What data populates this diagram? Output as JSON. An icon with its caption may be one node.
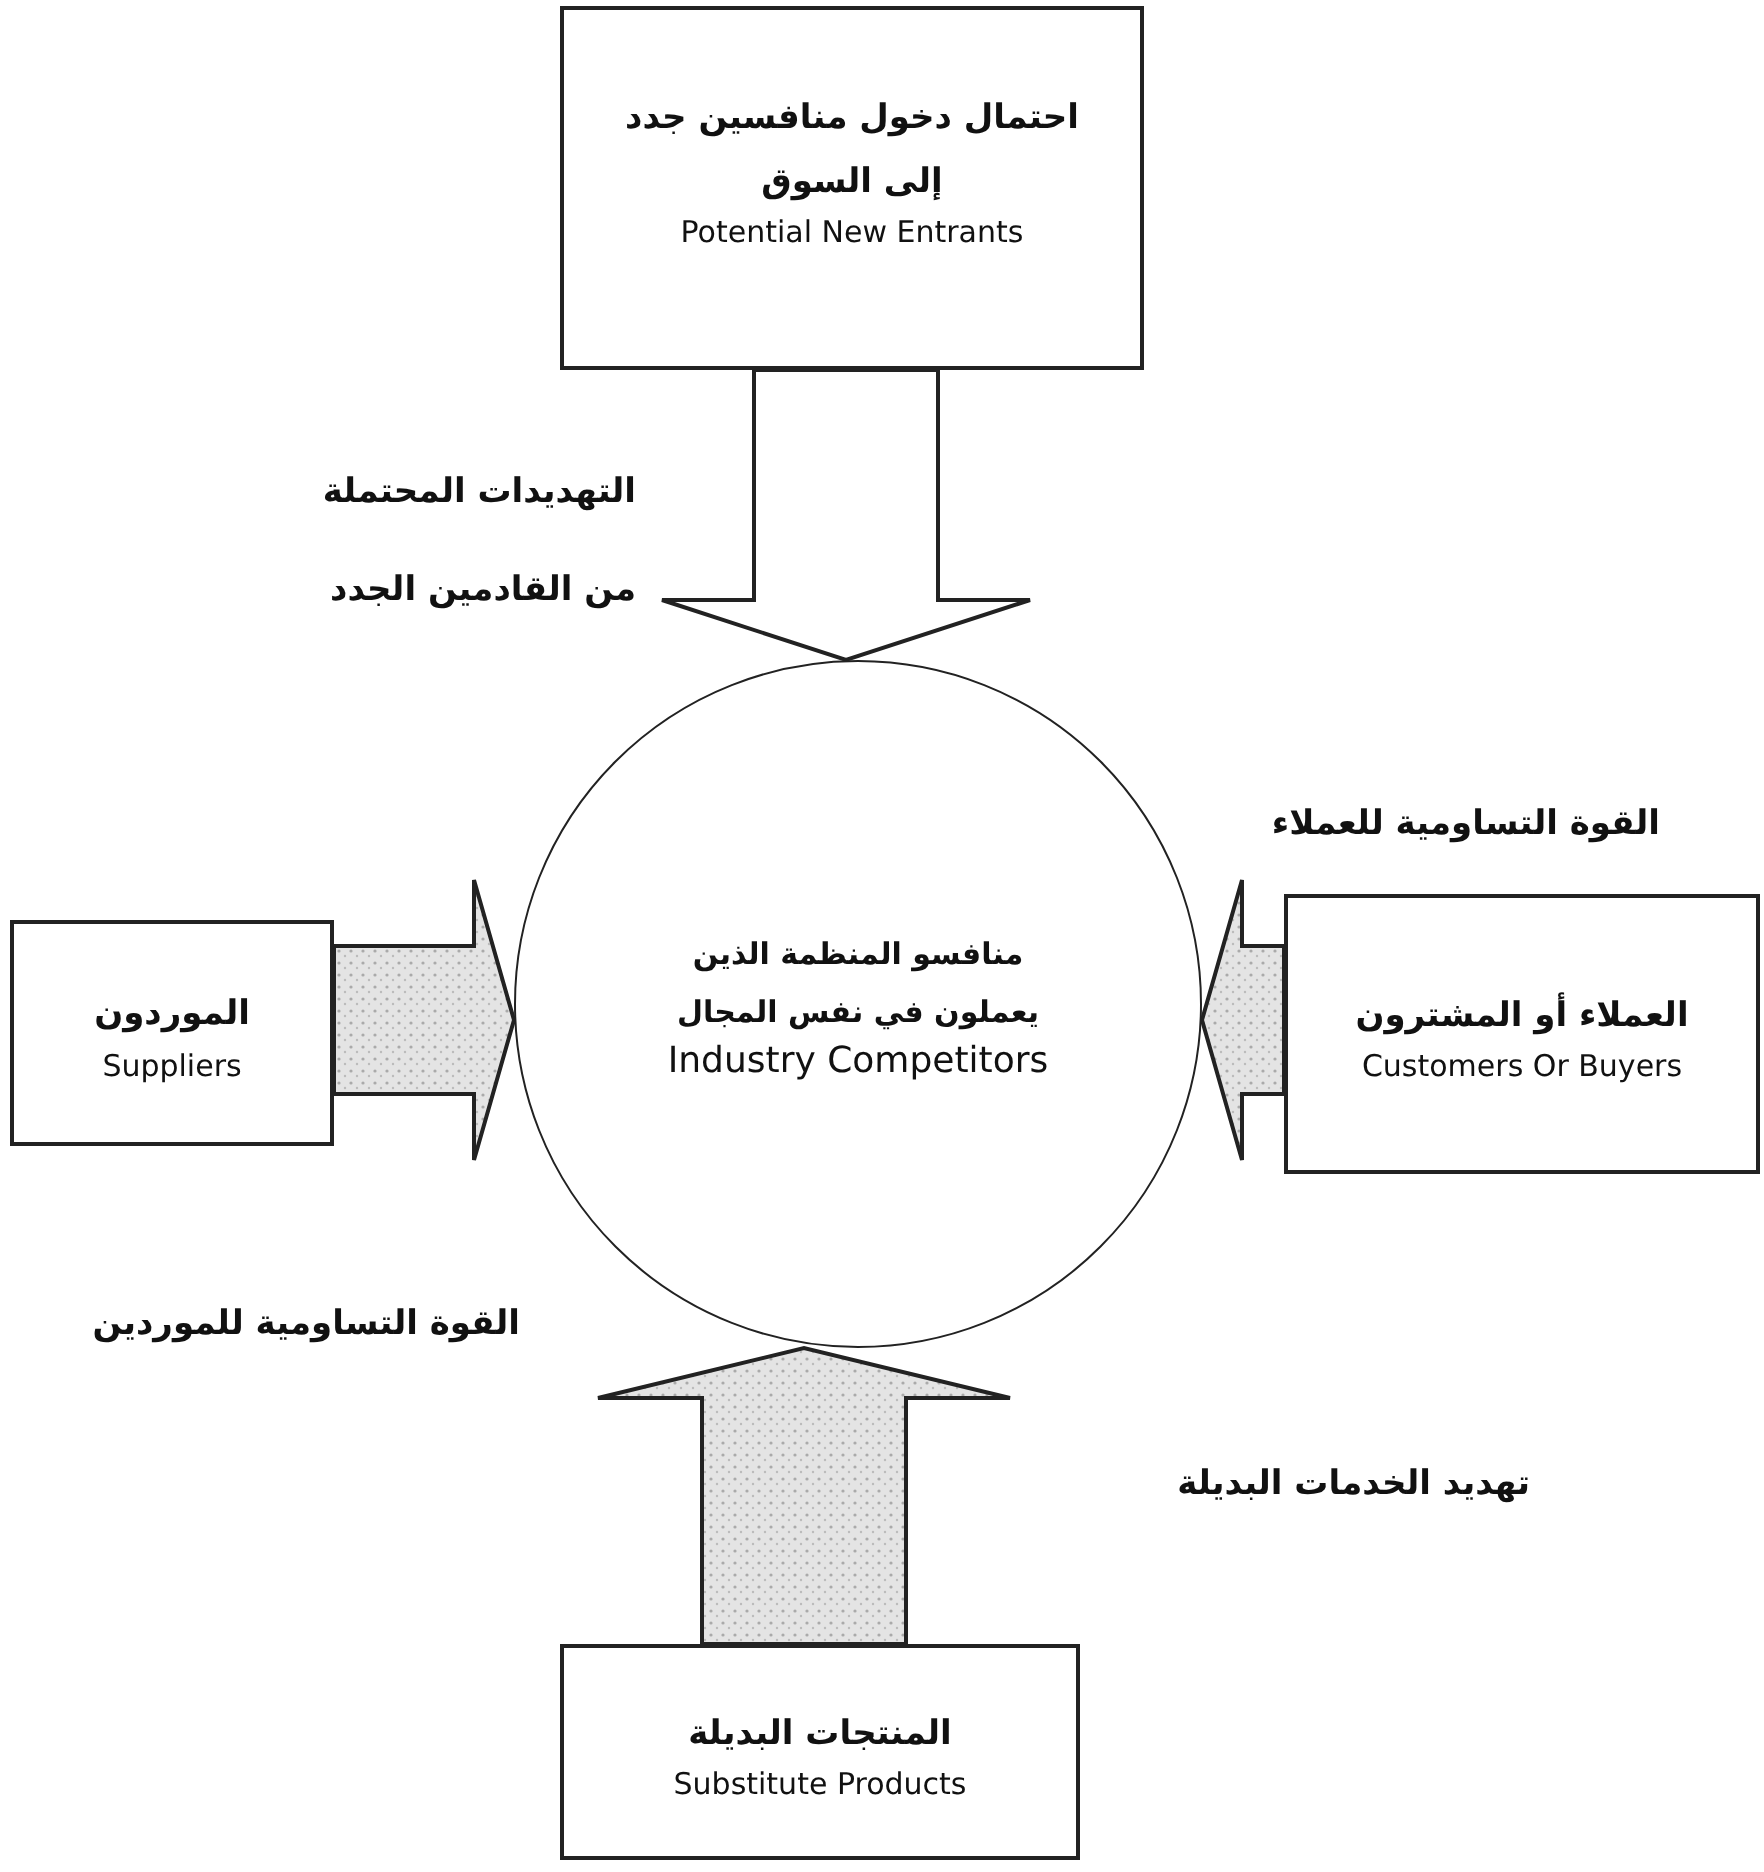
{
  "diagram": {
    "nodes": [
      {
        "text": [
          "احتمال دخول منافسين جدد إلى السوق",
          "Potential New Entrants"
        ]
      },
      {
        "text": [
          "الموردون",
          "Suppliers"
        ]
      },
      {
        "text": [
          "منافسو المنظمة الذين يعملون في نفس المجال",
          "Industry Competitors"
        ]
      },
      {
        "text": [
          "العملاء أو المشترون",
          "Customers Or Buyers"
        ]
      },
      {
        "text": [
          "المنتجات البديلة",
          "Substitute Products"
        ]
      }
    ],
    "edges": [
      {
        "from": 0,
        "to": 2,
        "arrow": "to"
      },
      {
        "from": 1,
        "to": 2,
        "arrow": "to"
      },
      {
        "from": 3,
        "to": 2,
        "arrow": "to"
      },
      {
        "from": 4,
        "to": 2,
        "arrow": "to"
      }
    ],
    "labels": [
      "التهديدات المحتملة من القادمين الجدد",
      "القوة التساومية للعملاء",
      "القوة التساومية للموردين",
      "تهديد الخدمات البديلة"
    ]
  }
}
